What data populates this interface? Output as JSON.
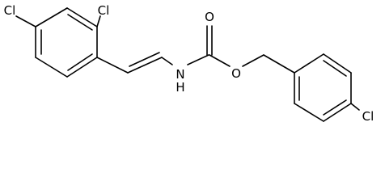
{
  "molecule": {
    "atoms": {
      "cl_para_left": "Cl",
      "cl_ortho_left": "Cl",
      "n_amide": "N",
      "h_amide": "H",
      "o_carbonyl": "O",
      "o_ester": "O",
      "cl_para_right": "Cl"
    }
  },
  "colors": {
    "bond": "#000000",
    "text": "#000000",
    "background": "#ffffff"
  }
}
